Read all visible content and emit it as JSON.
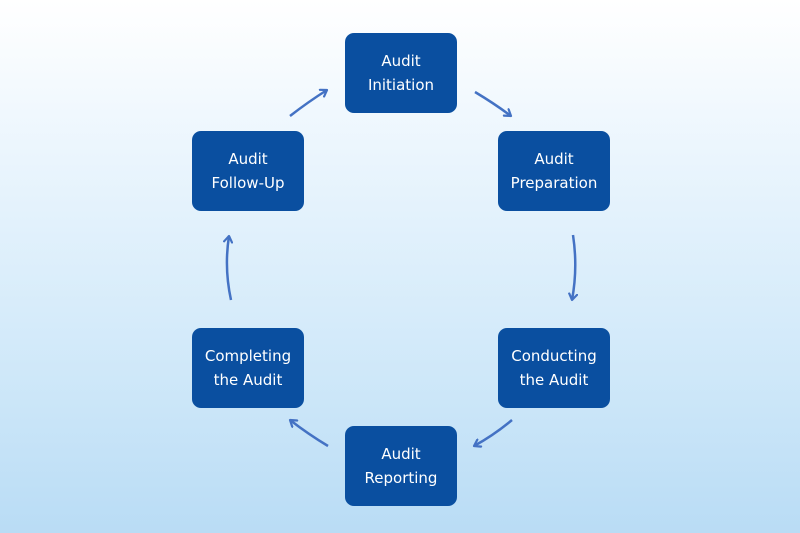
{
  "diagram": {
    "type": "cycle",
    "box_color": "#0a4fa0",
    "arrow_color": "#4472c4",
    "text_color": "#ffffff",
    "steps": [
      {
        "line1": "Audit",
        "line2": "Initiation"
      },
      {
        "line1": "Audit",
        "line2": "Preparation"
      },
      {
        "line1": "Conducting",
        "line2": "the Audit"
      },
      {
        "line1": "Audit",
        "line2": "Reporting"
      },
      {
        "line1": "Completing",
        "line2": "the Audit"
      },
      {
        "line1": "Audit",
        "line2": "Follow-Up"
      }
    ],
    "edges": [
      {
        "from": "Audit Initiation",
        "to": "Audit Preparation"
      },
      {
        "from": "Audit Preparation",
        "to": "Conducting the Audit"
      },
      {
        "from": "Conducting the Audit",
        "to": "Audit Reporting"
      },
      {
        "from": "Audit Reporting",
        "to": "Completing the Audit"
      },
      {
        "from": "Completing the Audit",
        "to": "Audit Follow-Up"
      },
      {
        "from": "Audit Follow-Up",
        "to": "Audit Initiation"
      }
    ]
  }
}
